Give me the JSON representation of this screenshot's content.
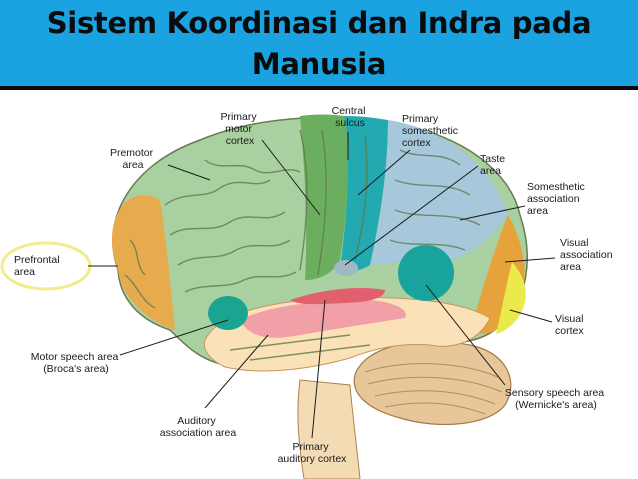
{
  "title": {
    "line1": "Sistem Koordinasi dan Indra pada",
    "line2": "Manusia"
  },
  "colors": {
    "title_bar": "#1aa3e0",
    "highlight_circle": "#f2ec8a"
  },
  "labels": {
    "primary_motor_cortex": [
      "Primary",
      "motor",
      "cortex"
    ],
    "central_sulcus": [
      "Central",
      "sulcus"
    ],
    "primary_somesthetic_cortex": [
      "Primary",
      "somesthetic",
      "cortex"
    ],
    "premotor_area": [
      "Premotor",
      "area"
    ],
    "taste_area": [
      "Taste",
      "area"
    ],
    "somesthetic_association_area": [
      "Somesthetic",
      "association",
      "area"
    ],
    "prefrontal_area": [
      "Prefrontal",
      "area"
    ],
    "visual_association_area": [
      "Visual",
      "association",
      "area"
    ],
    "visual_cortex": [
      "Visual",
      "cortex"
    ],
    "motor_speech_area": [
      "Motor speech area",
      "(Broca's area)"
    ],
    "sensory_speech_area": [
      "Sensory speech area",
      "(Wernicke's area)"
    ],
    "auditory_association_area": [
      "Auditory",
      "association area"
    ],
    "primary_auditory_cortex": [
      "Primary",
      "auditory cortex"
    ]
  }
}
